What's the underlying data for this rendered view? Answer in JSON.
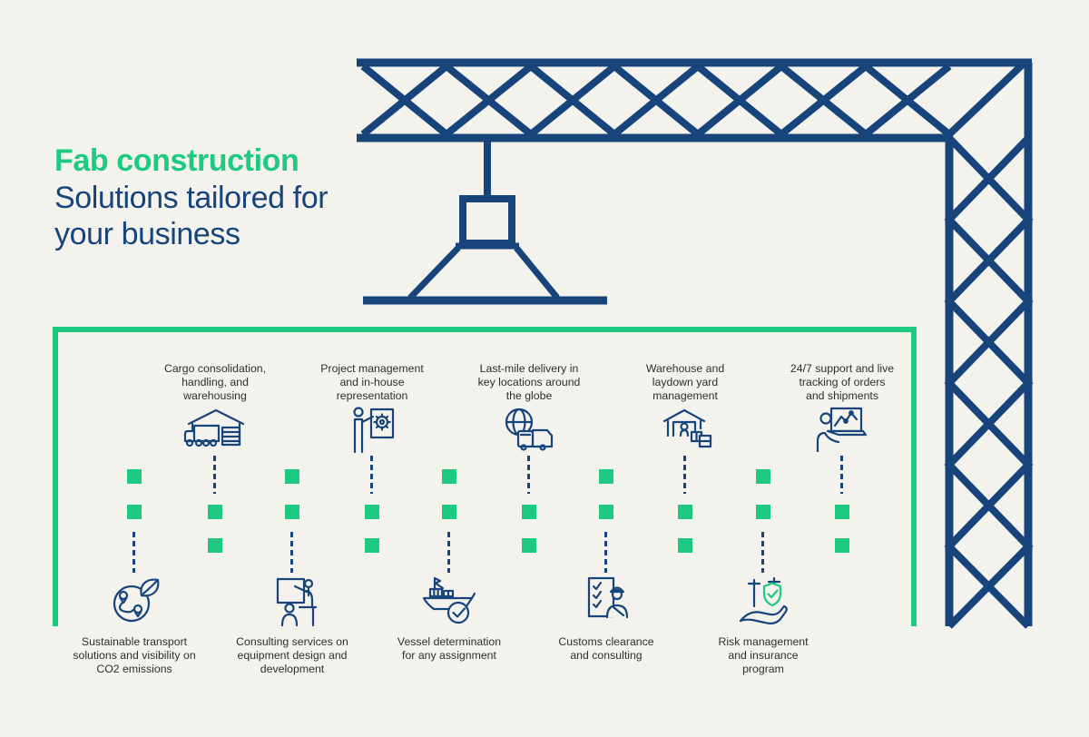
{
  "header": {
    "brand": "Fab construction",
    "tagline": "Solutions tailored for\nyour business"
  },
  "services": {
    "top_row": [
      {
        "label": "Cargo consolidation,\nhandling, and\nwarehousing",
        "icon": "cargo-warehouse-icon"
      },
      {
        "label": "Project management\nand in-house\nrepresentation",
        "icon": "project-management-icon"
      },
      {
        "label": "Last-mile delivery in\nkey locations around\nthe globe",
        "icon": "last-mile-delivery-icon"
      },
      {
        "label": "Warehouse and\nlaydown yard\nmanagement",
        "icon": "warehouse-yard-icon"
      },
      {
        "label": "24/7 support and live\ntracking of orders\nand shipments",
        "icon": "support-tracking-icon"
      }
    ],
    "bottom_row": [
      {
        "label": "Sustainable transport\nsolutions and visibility on\nCO2 emissions",
        "icon": "sustainable-transport-icon"
      },
      {
        "label": "Consulting services on\nequipment design and\ndevelopment",
        "icon": "consulting-services-icon"
      },
      {
        "label": "Vessel determination\nfor any assignment",
        "icon": "vessel-determination-icon"
      },
      {
        "label": "Customs clearance\nand consulting",
        "icon": "customs-clearance-icon"
      },
      {
        "label": "Risk management\nand insurance\nprogram",
        "icon": "risk-insurance-icon"
      }
    ]
  },
  "colors": {
    "accent_green": "#1EC982",
    "navy": "#17457B",
    "background": "#F4F2ED",
    "text": "#2E2E2E"
  }
}
